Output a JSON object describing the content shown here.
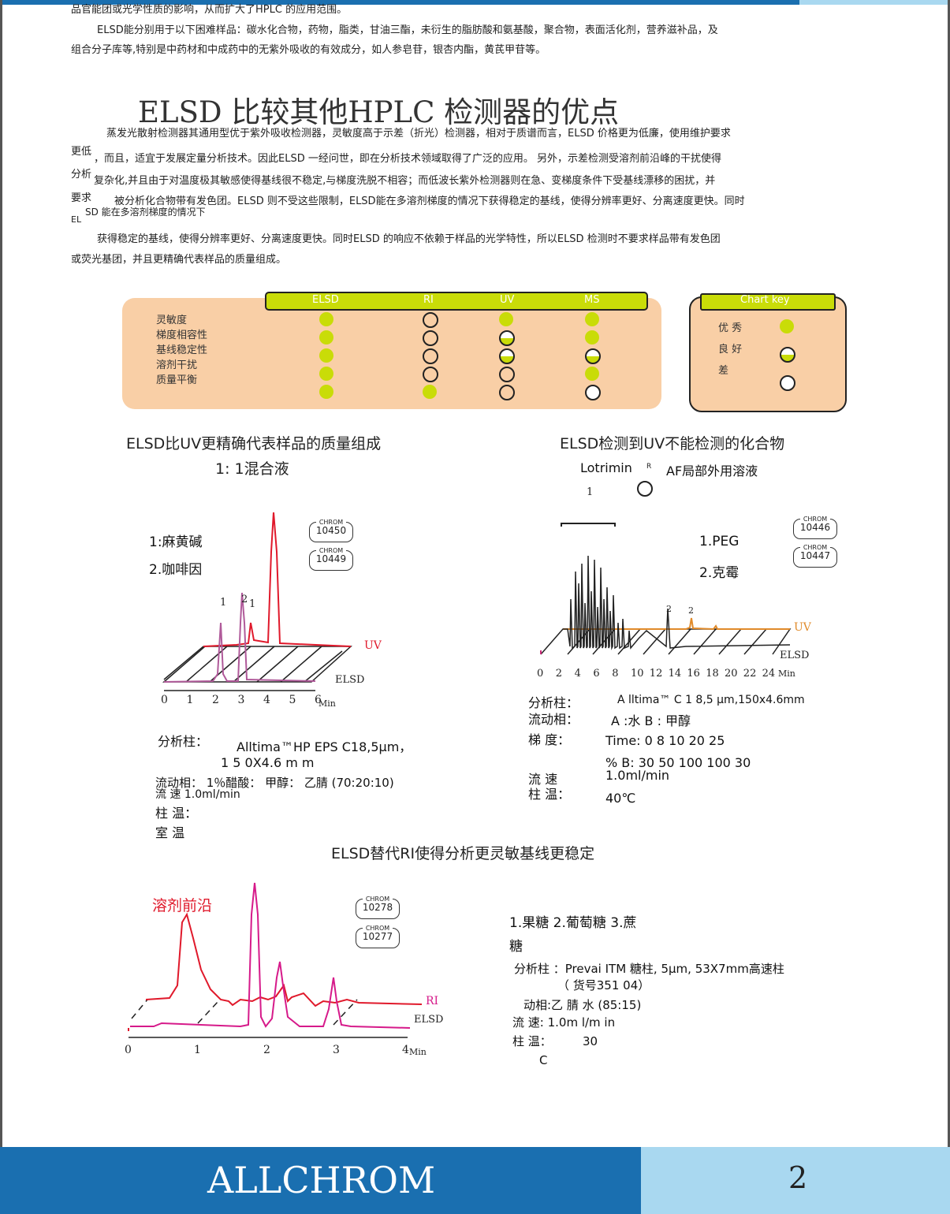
{
  "intro": {
    "line1": "品官能团或光学性质的影响，从而扩大了HPLC 的应用范围。",
    "line2": "ELSD能分别用于以下困难样品：碳水化合物，药物，脂类，甘油三酯，未衍生的脂肪酸和氨基酸，聚合物，表面活化剂，营养滋补品，及",
    "line3": "组合分子库等,特别是中药材和中成药中的无紫外吸收的有效成分，如人参皂苷，银杏内酯，黄芪甲苷等。"
  },
  "advantages": {
    "title": "ELSD 比较其他HPLC 检测器的优点",
    "l1": "蒸发光散射检测器其通用型优于紫外吸收检测器，灵敏度高于示差（折光）检测器，相对于质谱而言，ELSD 价格更为低廉，使用维护要求",
    "l2a": "更低",
    "l2b": "，而且，适宜于发展定量分析技术。因此ELSD 一经问世，即在分析技术领域取得了广泛的应用。 另外，示差检测受溶剂前沿峰的干扰使得",
    "l3a": "分析",
    "l3b": "复杂化,并且由于对温度极其敏感使得基线很不稳定,与梯度洗脱不相容；而低波长紫外检测器则在急、变梯度条件下受基线漂移的困扰，并",
    "l4a": "要求",
    "l4b": "被分析化合物带有发色团。ELSD 则不受这些限制，ELSD能在多溶剂梯度的情况下获得稳定的基线，使得分辨率更好、分离速度更快。同时",
    "l4c": "SD 能在多溶剂梯度的情况下",
    "l4d": "EL",
    "l5": "获得稳定的基线，使得分辨率更好、分离速度更快。同时ELSD 的响应不依赖于样品的光学特性，所以ELSD 检测时不要求样品带有发色团",
    "l6": "或荧光基团，并且更精确代表样品的质量组成。"
  },
  "comparison": {
    "headers": [
      "ELSD",
      "RI",
      "UV",
      "MS"
    ],
    "rows": [
      "灵敏度",
      "梯度相容性",
      "基线稳定性",
      "溶剂干扰",
      "质量平衡"
    ],
    "key_title": "Chart key",
    "key_items": [
      "优 秀",
      "良 好",
      "差"
    ],
    "ratings": [
      [
        "excellent",
        "excellent",
        "excellent",
        "excellent",
        "excellent"
      ],
      [
        "poor",
        "poor",
        "poor",
        "poor",
        "excellent"
      ],
      [
        "excellent",
        "good",
        "good",
        "poor",
        "poor"
      ],
      [
        "excellent",
        "excellent",
        "good",
        "excellent",
        "bad"
      ]
    ],
    "colors": {
      "excellent": "#c9dc08",
      "box": "#f9cfa6"
    }
  },
  "chart1": {
    "title": "ELSD比UV更精确代表样品的质量组成",
    "subtitle": "1:   1混合液",
    "legend1": "1:麻黄碱",
    "legend2": "2.咖啡因",
    "chrom_top": "CHROM",
    "chrom_a": "10450",
    "chrom_b": "10449",
    "uv": "UV",
    "elsd": "ELSD",
    "peak1": "1",
    "peak2": "2",
    "peak3": "1",
    "ticks": [
      "0",
      "1",
      "2",
      "3",
      "4",
      "5",
      "6"
    ],
    "unit": "Min",
    "col_label": "分析柱：",
    "col_value": "Alltima™HP EPS C18,5μm，",
    "col_dim": "1 5 0X4.6  m m",
    "mp": "流动相：   1％醋酸：   甲醇：  乙腈  (70:20:10)",
    "flow": "流    速      1.0ml/min",
    "temp_label": "柱 温：",
    "temp_value": "室 温"
  },
  "chart2": {
    "title": "ELSD检测到UV不能检测的化合物",
    "subtitle": "Lotrimin",
    "sub_r": "R",
    "sub_tail": "AF局部外用溶液",
    "peak_label": "1",
    "legend1": "1.PEG",
    "legend2": "2.克霉",
    "chrom_top": "CHROM",
    "chrom_a": "10446",
    "chrom_b": "10447",
    "uv": "UV",
    "elsd": "ELSD",
    "p2a": "2",
    "p2b": "2",
    "ticks": [
      "0",
      "2",
      "4",
      "6",
      "8",
      "10",
      "12",
      "14",
      "16",
      "18",
      "20",
      "22",
      "24"
    ],
    "unit": "Min",
    "col_label": "分析柱：",
    "col_value": "A lltima™ C 1   8,5 μm,150x4.6mm",
    "mp_label": "流动相：",
    "mp_value": "A :水        B : 甲醇",
    "grad_label": "梯 度：",
    "grad_time": "Time:  0     8     10      20     25",
    "grad_b": "% B:     30   50    100   100    30",
    "flow_label": "流 速",
    "flow_value": "1.0ml/min",
    "temp_label": "柱 温：",
    "temp_value": "40℃"
  },
  "chart3": {
    "title": "ELSD替代RI使得分析更灵敏基线更稳定",
    "solvent_front": "溶剂前沿",
    "chrom_top": "CHROM",
    "chrom_a": "10278",
    "chrom_b": "10277",
    "ri": "RI",
    "elsd": "ELSD",
    "ticks": [
      "0",
      "1",
      "2",
      "3",
      "4"
    ],
    "unit": "Min",
    "legend_a": "1.果糖 2.葡萄糖 3.蔗",
    "legend_b": "糖",
    "col": "分析柱  ：Prevai ITM  糖柱, 5μm,  53X7mm高速柱",
    "cat": "（ 货号351 04）",
    "mp": "动相:乙 腈   水  (85:15)",
    "flow": "流 速:   1.0m  l/m  in",
    "temp_label": "柱  温：",
    "temp_value": "30",
    "temp_unit": "C"
  },
  "footer": {
    "brand": "ALLCHROM",
    "page": "2"
  }
}
